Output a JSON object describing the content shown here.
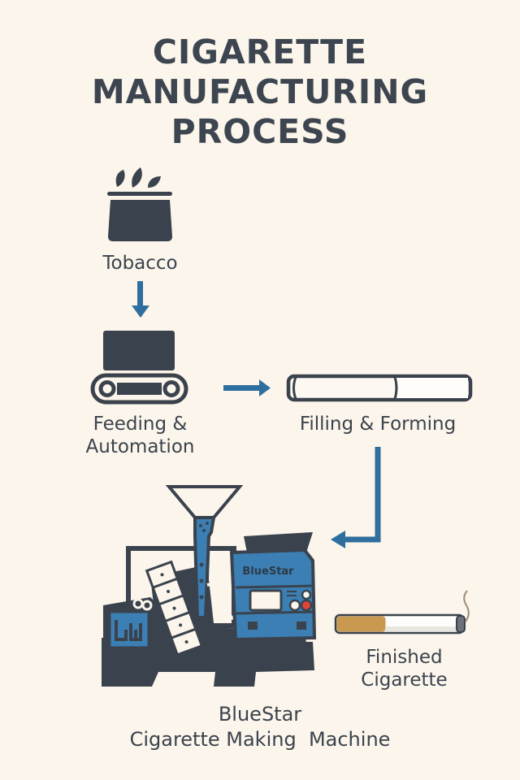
{
  "title": {
    "lines": [
      "CIGARETTE",
      "MANUFACTURING",
      "PROCESS"
    ]
  },
  "steps": [
    {
      "id": "tobacco",
      "label": "Tobacco",
      "icon": "tobacco-bowl-icon"
    },
    {
      "id": "feeding",
      "label_lines": [
        "Feeding &",
        "Automation"
      ],
      "icon": "conveyor-belt-icon"
    },
    {
      "id": "filling",
      "label": "Filling & Forming",
      "icon": "cigarette-tube-icon"
    },
    {
      "id": "machine",
      "label_lines": [
        "BlueStar",
        "Cigarette Making  Machine"
      ],
      "icon": "cigarette-machine-icon",
      "machine_brand": "BlueStar"
    },
    {
      "id": "finished",
      "label_lines": [
        "Finished",
        "Cigarette"
      ],
      "icon": "lit-cigarette-icon"
    }
  ],
  "colors": {
    "background": "#fcf5eb",
    "ink": "#3a434d",
    "accent_blue": "#2f6f9f",
    "machine_blue": "#3b7fb5",
    "filter_tan": "#c9994f",
    "button_red": "#e0453a"
  }
}
